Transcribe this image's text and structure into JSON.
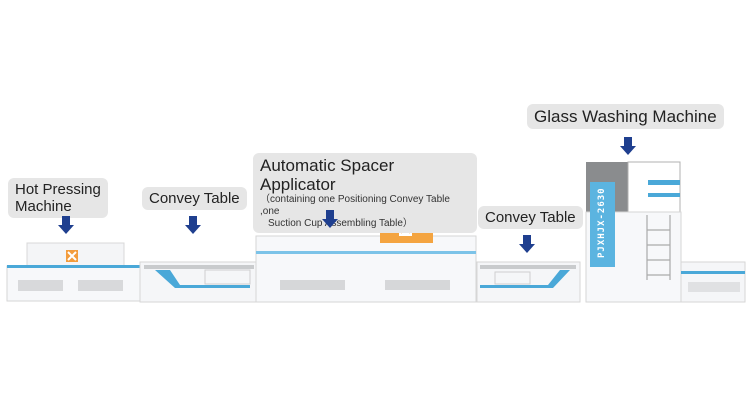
{
  "stations": [
    {
      "id": "hot-pressing",
      "label_lines": [
        "Hot Pressing",
        "Machine"
      ]
    },
    {
      "id": "convey-table-1",
      "label": "Convey Table"
    },
    {
      "id": "spacer-applicator",
      "label": "Automatic Spacer Applicator",
      "sublabel_lines": [
        "（containing one Positioning Convey Table ,one",
        "Suction Cup Assembling Table）"
      ]
    },
    {
      "id": "convey-table-2",
      "label": "Convey Table"
    },
    {
      "id": "glass-washing",
      "label": "Glass Washing Machine",
      "model": "PJXHJX-2630"
    }
  ],
  "colors": {
    "arrow": "#1f3f8f",
    "label_bg": "#e6e6e6",
    "machine_blue": "#4aa8d8",
    "logo_orange": "#f39c3c"
  }
}
